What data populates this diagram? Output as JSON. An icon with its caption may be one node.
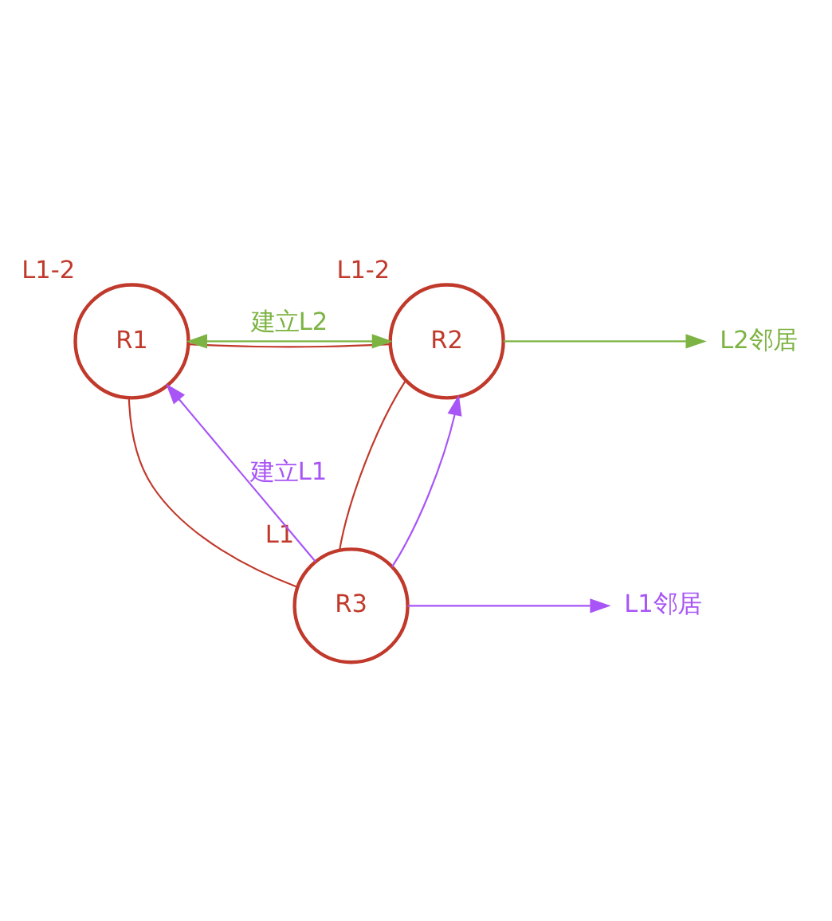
{
  "diagram": {
    "nodes": [
      {
        "text": [
          "R1"
        ],
        "beside": [
          "L1-2"
        ]
      },
      {
        "text": [
          "R2"
        ],
        "beside": [
          "L1-2"
        ]
      },
      {
        "text": [
          "L2邻居"
        ]
      },
      {
        "text": [
          "R3"
        ],
        "beside": [
          "L1"
        ]
      },
      {
        "text": [
          "L1邻居"
        ]
      }
    ],
    "edges": [
      {
        "from": 0,
        "to": 1,
        "arrow": "none"
      },
      {
        "from": 0,
        "to": 3,
        "arrow": "none"
      },
      {
        "from": 1,
        "to": 3,
        "arrow": "none"
      },
      {
        "from": 0,
        "to": 1,
        "arrow": "both",
        "label": "建立L2",
        "color": "#7cb342"
      },
      {
        "from": 3,
        "to": 0,
        "arrow": "to",
        "label": "建立L1",
        "color": "#a855f7"
      },
      {
        "from": 3,
        "to": 1,
        "arrow": "to",
        "color": "#a855f7"
      },
      {
        "from": 1,
        "to": 2,
        "arrow": "to",
        "color": "#7cb342"
      },
      {
        "from": 3,
        "to": 4,
        "arrow": "to",
        "color": "#a855f7"
      }
    ]
  }
}
